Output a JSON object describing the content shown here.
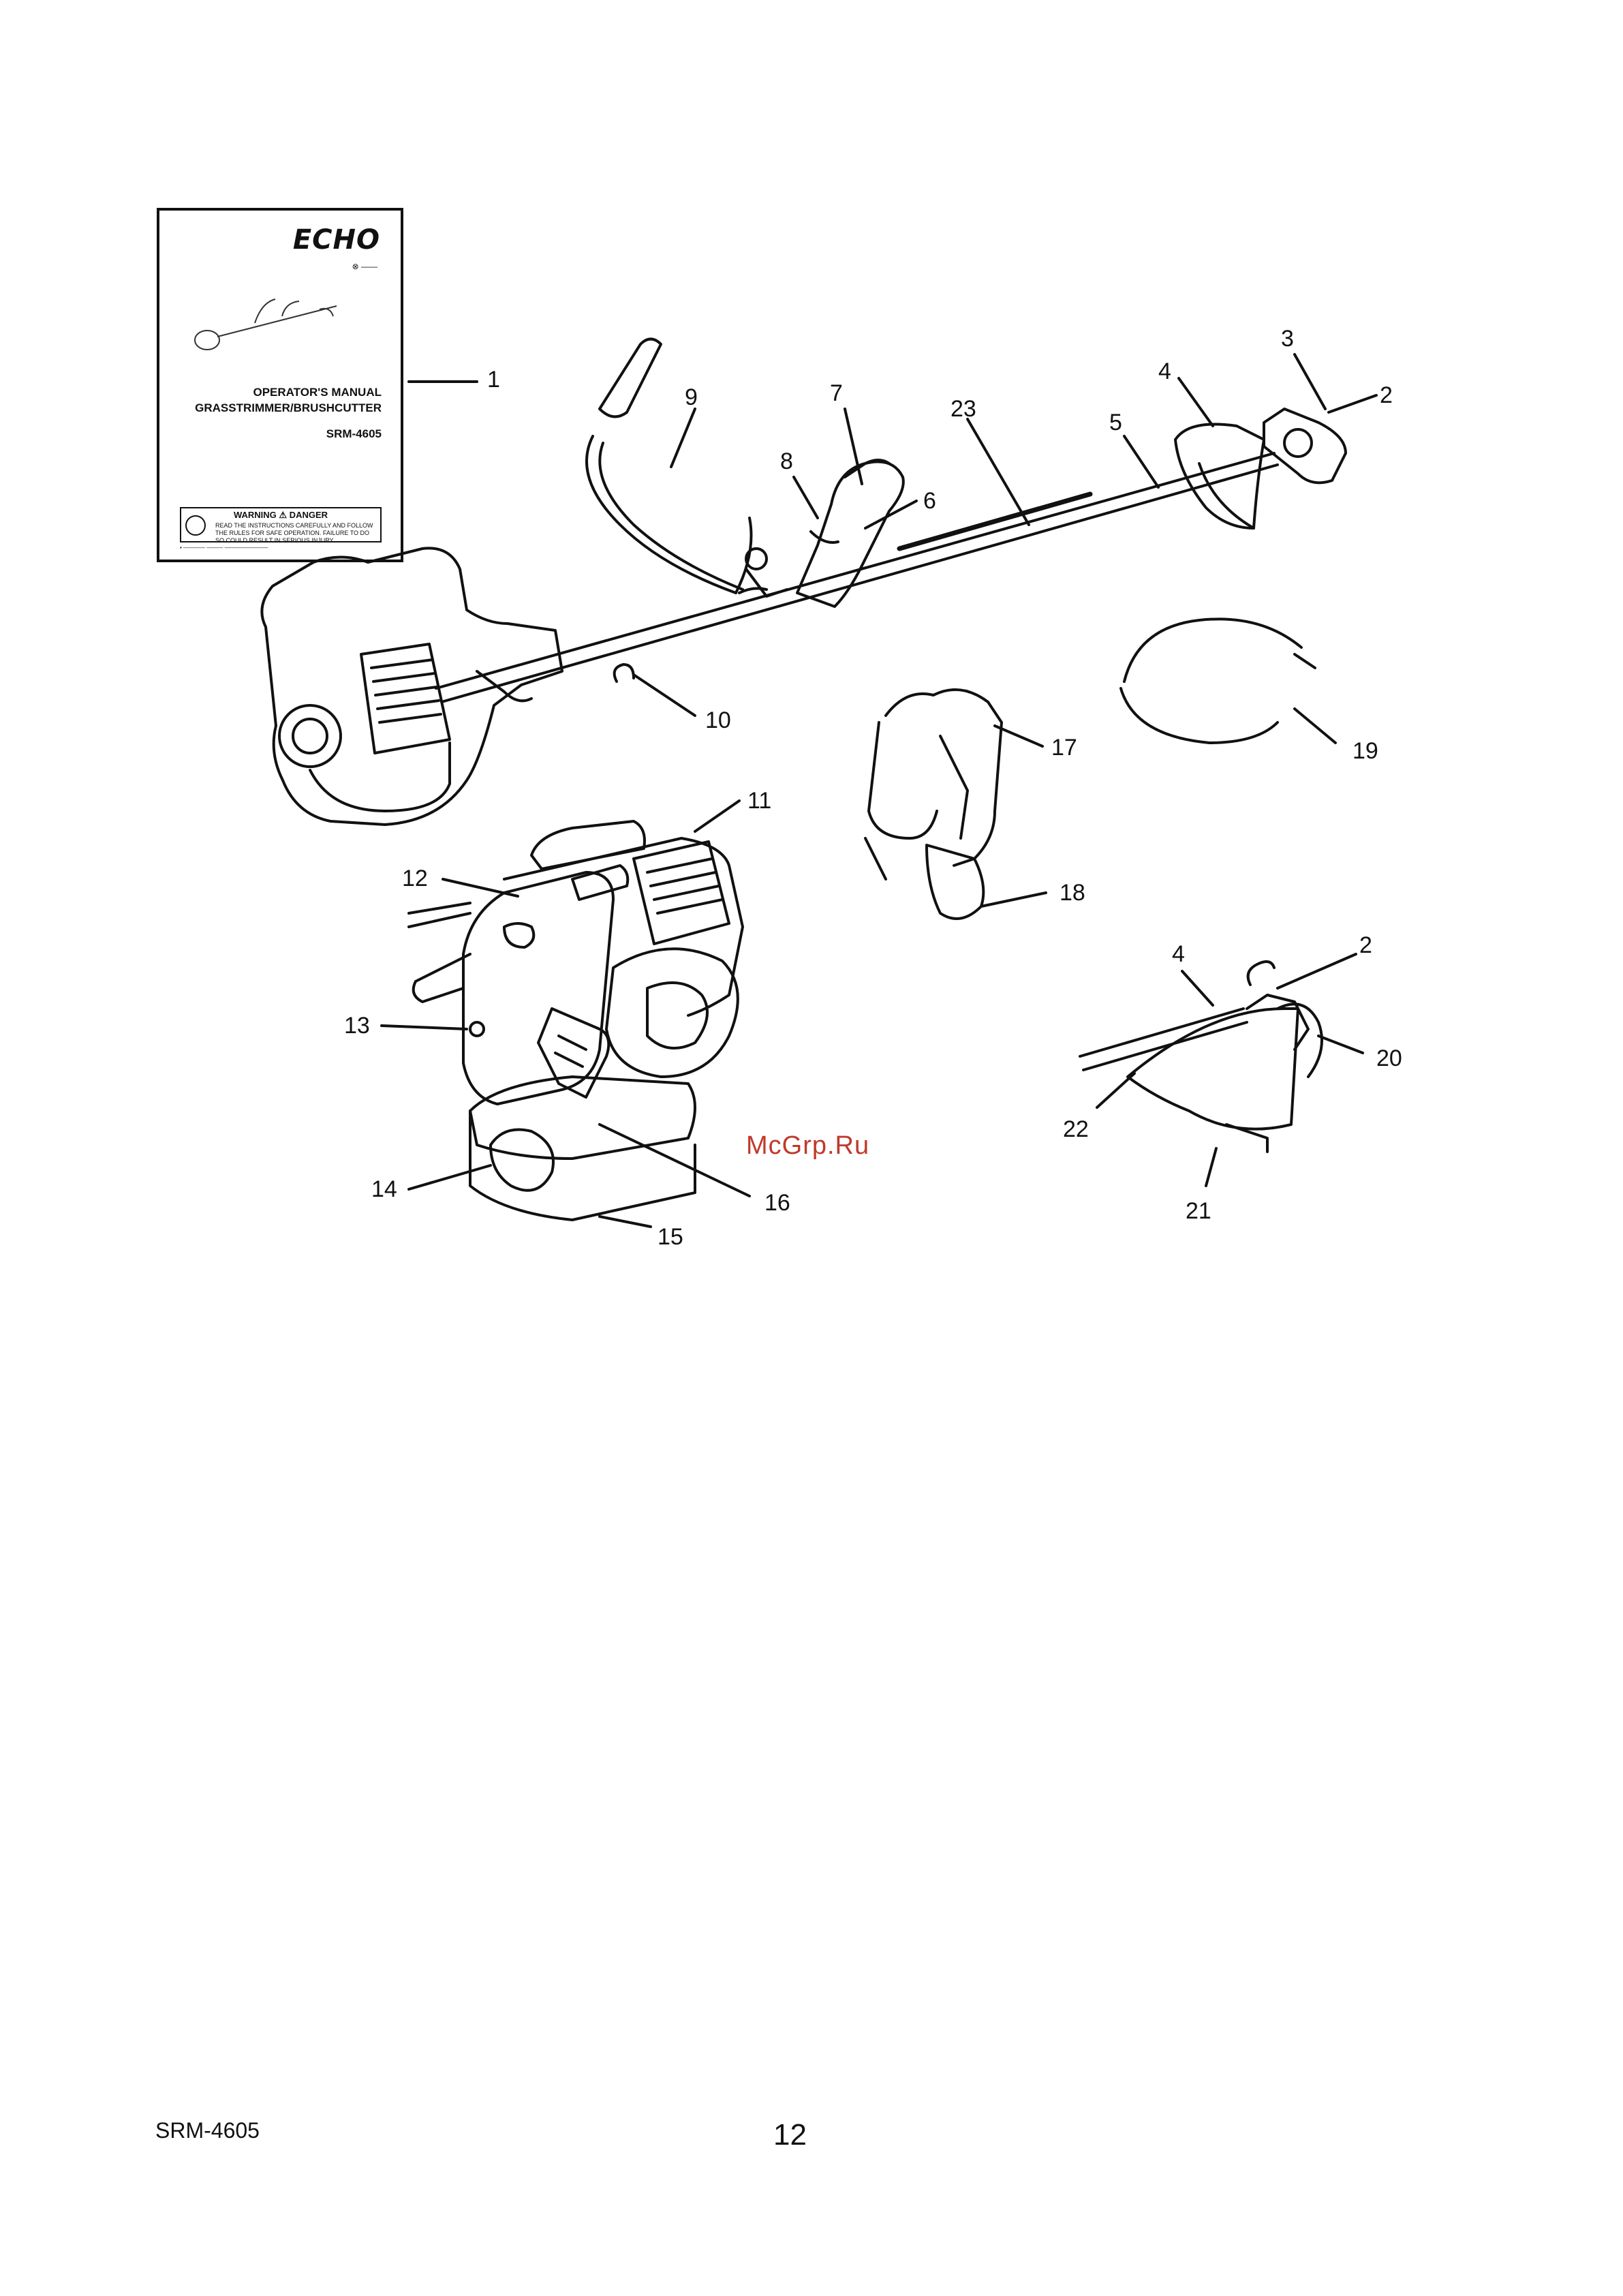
{
  "manual_cover": {
    "brand": "ECHO",
    "title_line1": "OPERATOR'S MANUAL",
    "title_line2": "GRASSTRIMMER/BRUSHCUTTER",
    "model": "SRM-4605",
    "warning_label": "WARNING  ⚠  DANGER",
    "warning_text": "READ THE INSTRUCTIONS CAREFULLY AND FOLLOW THE RULES FOR SAFE OPERATION. FAILURE TO DO SO COULD RESULT IN SERIOUS INJURY."
  },
  "callouts": [
    "1",
    "2",
    "3",
    "4",
    "5",
    "6",
    "7",
    "8",
    "9",
    "10",
    "11",
    "12",
    "13",
    "14",
    "15",
    "16",
    "17",
    "18",
    "19",
    "20",
    "21",
    "22",
    "23"
  ],
  "callouts_repeat": {
    "second_2": "2",
    "second_4": "4"
  },
  "watermark": "McGrp.Ru",
  "footer": {
    "model": "SRM-4605",
    "page_number": "12"
  },
  "colors": {
    "ink": "#111111",
    "watermark": "#c0392b"
  }
}
